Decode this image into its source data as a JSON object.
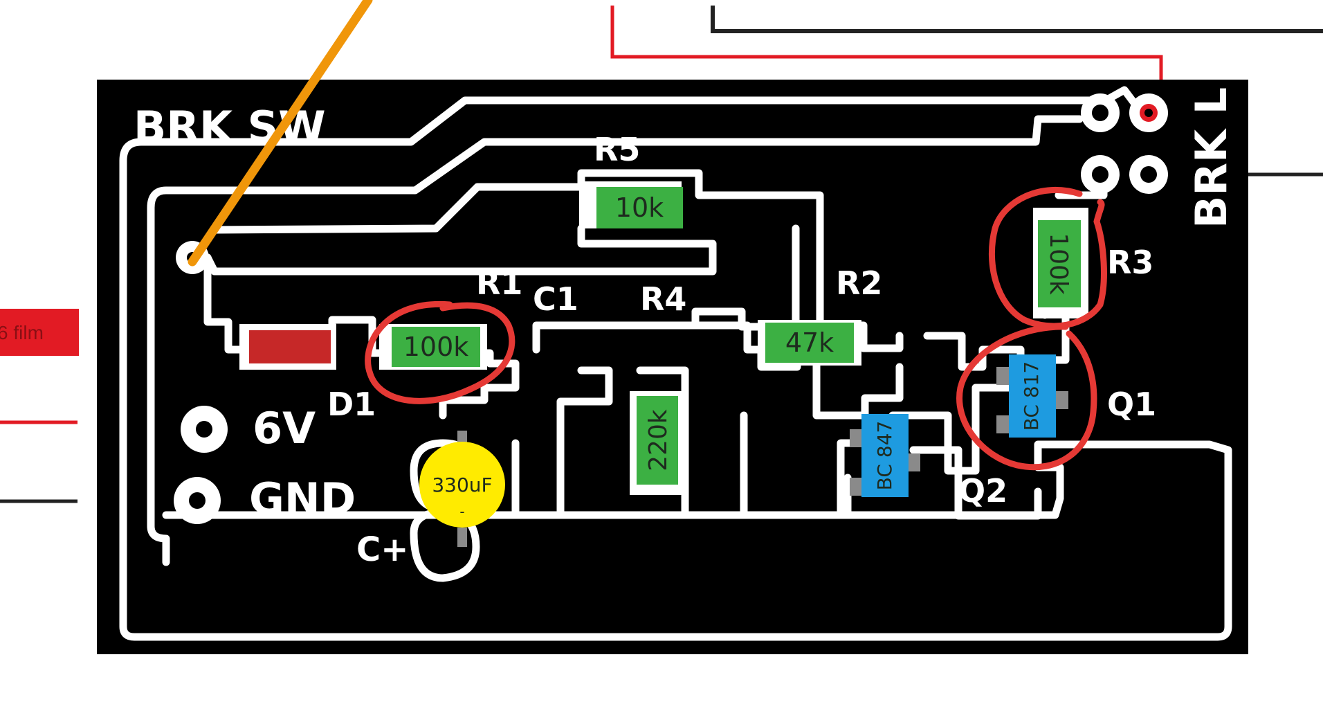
{
  "board": {
    "title": "BRK SW",
    "side_label": "BRK L",
    "power_label": "6V",
    "ground_label": "GND",
    "cap_pos_label": "C+"
  },
  "designators": {
    "r1": "R1",
    "r2": "R2",
    "r3": "R3",
    "r4": "R4",
    "r5": "R5",
    "c1": "C1",
    "d1": "D1",
    "q1": "Q1",
    "q2": "Q2"
  },
  "components": {
    "r5_value": "10k",
    "r1_value": "100k",
    "r2_value": "47k",
    "r4_value": "220k",
    "r3_value": "100k",
    "cap_value": "330uF",
    "cap_minus": "-",
    "q1_part": "BC 817",
    "q2_part": "BC 847"
  },
  "external": {
    "film_tag": "6 film"
  },
  "colors": {
    "board": "#000000",
    "copper": "#ffffff",
    "resistor": "#3cb043",
    "transistor": "#1e9be0",
    "capacitor": "#ffeb00",
    "diode": "#c62828",
    "highlight": "#e53935",
    "orange_wire": "#f0960a"
  }
}
